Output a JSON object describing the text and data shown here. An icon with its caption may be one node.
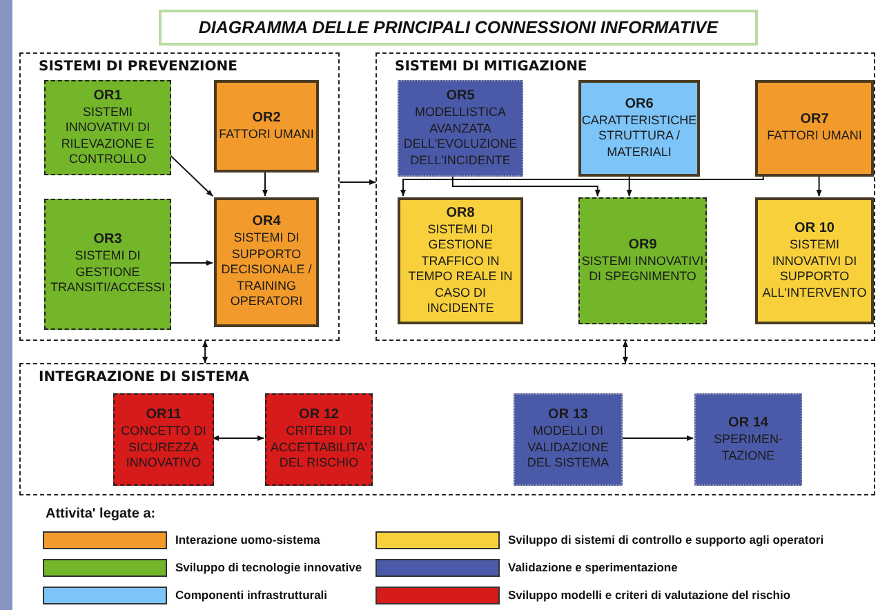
{
  "diagram": {
    "title": "DIAGRAMMA DELLE PRINCIPALI CONNESSIONI INFORMATIVE",
    "nodes": [
      {
        "text": [
          "SISTEMI DI PREVENZIONE"
        ]
      },
      {
        "text": [
          "OR1",
          "SISTEMI INNOVATIVI DI RILEVAZIONE E CONTROLLO"
        ],
        "in": 0
      },
      {
        "text": [
          "OR2",
          "FATTORI UMANI"
        ],
        "in": 0
      },
      {
        "text": [
          "OR3",
          "SISTEMI DI GESTIONE TRANSITI/ACCESSI"
        ],
        "in": 0
      },
      {
        "text": [
          "OR4",
          "SISTEMI DI SUPPORTO DECISIONALE / TRAINING OPERATORI"
        ],
        "in": 0
      },
      {
        "text": [
          "SISTEMI DI MITIGAZIONE"
        ]
      },
      {
        "text": [
          "OR5",
          "MODELLISTICA AVANZATA DELL'EVOLUZIONE DELL'INCIDENTE"
        ],
        "in": 5
      },
      {
        "text": [
          "OR6",
          "CARATTERISTICHE STRUTTURA / MATERIALI"
        ],
        "in": 5
      },
      {
        "text": [
          "OR7",
          "FATTORI UMANI"
        ],
        "in": 5
      },
      {
        "text": [
          "OR8",
          "SISTEMI DI GESTIONE TRAFFICO IN TEMPO REALE IN CASO DI INCIDENTE"
        ],
        "in": 5
      },
      {
        "text": [
          "OR9",
          "SISTEMI INNOVATIVI DI SPEGNIMENTO"
        ],
        "in": 5
      },
      {
        "text": [
          "OR 10",
          "SISTEMI INNOVATIVI DI SUPPORTO ALL'INTERVENTO"
        ],
        "in": 5
      },
      {
        "text": [
          "INTEGRAZIONE DI SISTEMA"
        ]
      },
      {
        "text": [
          "OR11",
          "CONCETTO DI SICUREZZA INNOVATIVO"
        ],
        "in": 12
      },
      {
        "text": [
          "OR 12",
          "CRITERI DI ACCETTABILITA' DEL RISCHIO"
        ],
        "in": 12
      },
      {
        "text": [
          "OR 13",
          "MODELLI DI VALIDAZIONE DEL SISTEMA"
        ],
        "in": 12
      },
      {
        "text": [
          "OR 14",
          "SPERIMEN- TAZIONE"
        ],
        "in": 12
      }
    ],
    "edges": [
      {
        "from": 1,
        "to": 4,
        "arrow": "to"
      },
      {
        "from": 2,
        "to": 4,
        "arrow": "to"
      },
      {
        "from": 3,
        "to": 4,
        "arrow": "to"
      },
      {
        "from": 0,
        "to": 5,
        "arrow": "to"
      },
      {
        "from": 0,
        "to": 12,
        "arrow": "both"
      },
      {
        "from": 5,
        "to": 12,
        "arrow": "both"
      },
      {
        "from": 6,
        "to": 10,
        "arrow": "to"
      },
      {
        "from": 7,
        "to": 10,
        "arrow": "to"
      },
      {
        "from": 8,
        "to": 9,
        "arrow": "to"
      },
      {
        "from": 8,
        "to": 11,
        "arrow": "to"
      },
      {
        "from": 13,
        "to": 14,
        "arrow": "both"
      },
      {
        "from": 15,
        "to": 16,
        "arrow": "to"
      }
    ],
    "labels": [
      "Attivita' legate a:"
    ],
    "legend": [
      {
        "text": "Interazione uomo-sistema",
        "color": "#f29b2c"
      },
      {
        "text": "Sviluppo di sistemi di controllo e supporto agli operatori",
        "color": "#f7d03c"
      },
      {
        "text": "Sviluppo di tecnologie innovative",
        "color": "#73b62a"
      },
      {
        "text": "Validazione e sperimentazione",
        "color": "#4b5aa8"
      },
      {
        "text": "Componenti infrastrutturali",
        "color": "#7dc4f8"
      },
      {
        "text": "Sviluppo modelli e criteri di valutazione del rischio",
        "color": "#d71a1a"
      }
    ]
  }
}
